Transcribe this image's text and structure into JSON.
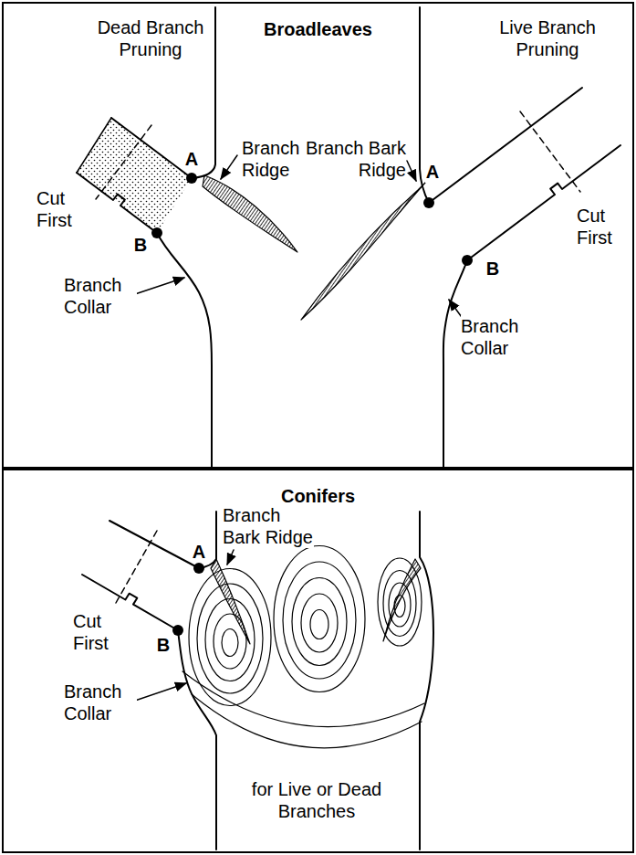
{
  "diagram": {
    "nodes": [
      {
        "text": [
          "Broadleaves"
        ]
      },
      {
        "text": [
          "Conifers"
        ]
      }
    ],
    "labels": [
      "Dead Branch Pruning",
      "A",
      "Branch Bark Ridge",
      "Cut First",
      "B",
      "Branch Collar",
      "Live Branch Pruning",
      "A",
      "Branch Bark Ridge",
      "Cut First",
      "B",
      "Branch Collar",
      "A",
      "Branch Bark Ridge",
      "Cut First",
      "B",
      "Branch Collar",
      "for Live or Dead Branches"
    ]
  }
}
